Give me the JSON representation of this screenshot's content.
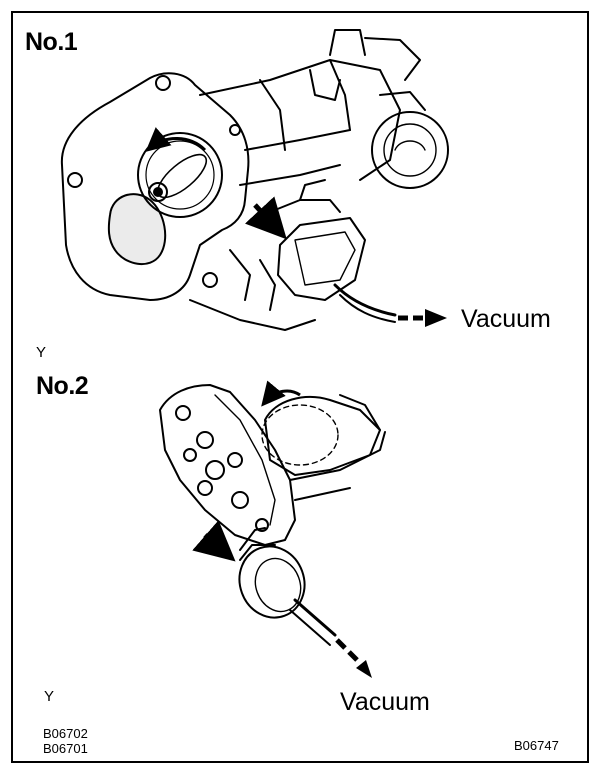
{
  "panels": [
    {
      "title": "No.1",
      "arrow_label": "Vacuum",
      "marker": "Y"
    },
    {
      "title": "No.2",
      "arrow_label": "Vacuum",
      "marker": "Y"
    }
  ],
  "codes": {
    "left_top": "B06702",
    "left_bottom": "B06701",
    "right": "B06747"
  }
}
